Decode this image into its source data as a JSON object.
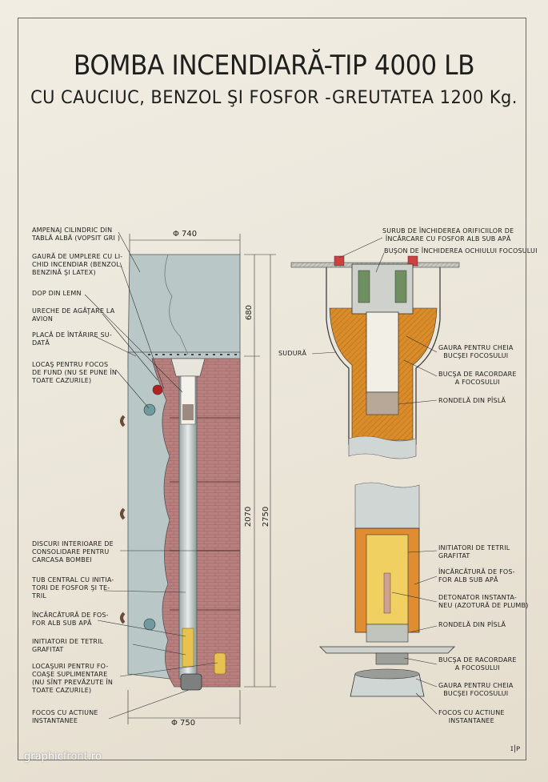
{
  "title": "BOMBA INCENDIARĂ-TIP 4000 LB",
  "subtitle": "CU CAUCIUC, BENZOL ŞI FOSFOR -GREUTATEA 1200 Kg.",
  "left_labels": [
    "AMPENAJ CILINDRIC DIN\nTABLĂ ALBĂ (VOPSIT GRI )",
    "GAURĂ DE UMPLERE CU LI-\nCHID INCENDIAR (BENZOL,\nBENZINĂ ŞI LATEX)",
    "DOP DIN LEMN",
    "URECHE DE AGĂŢARE LA\nAVION",
    "PLACĂ DE ÎNTĂRIRE SU-\nDATĂ",
    "LOCAŞ PENTRU FOCOS\nDE FUND (NU SE PUNE ÎN\nTOATE CAZURILE)",
    "DISCURI INTERIOARE DE\nCONSOLIDARE PENTRU\nCARCASA BOMBEI",
    "TUB CENTRAL CU INITIA-\nTORI DE FOSFOR ŞI TE-\nTRIL",
    "ÎNCĂRCĂTURĂ DE FOS-\nFOR ALB SUB APĂ",
    "INITIATORI DE TETRIL\nGRAFITAT",
    "LOCAŞURI PENTRU FO-\nCOAŞE SUPLIMENTARE\n(NU SÎNT PREVĂZUTE ÎN\nTOATE CAZURILE)",
    "FOCOS CU ACTIUNE\nINSTANTANEE"
  ],
  "right_labels": [
    "SURUB DE ÎNCHIDEREA ORIFICIILOR DE\nÎNCĂRCARE CU FOSFOR ALB SUB APĂ",
    "BUŞON DE ÎNCHIDEREA OCHIULUI FOCOSULUI",
    "SUDURĂ",
    "GAURA PENTRU CHEIA\nBUCŞEI FOCOSULUI",
    "BUCŞA DE RACORDARE\nA FOCOSULUI",
    "RONDELĂ DIN PÎSLĂ",
    "INITIATORI DE TETRIL\nGRAFITAT",
    "ÎNCĂRCĂTURĂ DE FOS-\nFOR ALB SUB APĂ",
    "DETONATOR INSTANTA-\nNEU (AZOTURĂ DE PLUMB)",
    "RONDELĂ DIN PÎSLĂ",
    "BUCŞA DE RACORDARE\nA FOCOSULUI",
    "GAURA PENTRU CHEIA\nBUCŞEI FOCOSULUI",
    "FOCOS CU ACTIUNE\nINSTANTANEE"
  ],
  "dimensions": {
    "top_diameter": "Φ 740",
    "bottom_diameter": "Φ 750",
    "tail_length": "680",
    "body_length": "2070",
    "total_length": "2750"
  },
  "watermark": {
    "a": "graphic",
    "b": "front",
    "c": ".ro"
  },
  "corner_mark": "ɪ|ᴘ"
}
